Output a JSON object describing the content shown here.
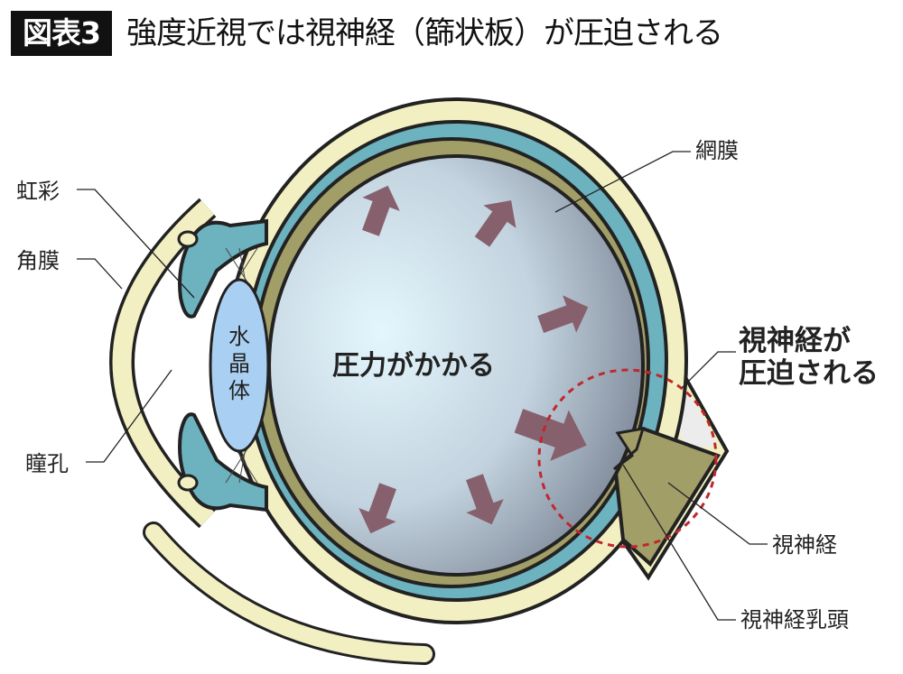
{
  "header": {
    "badge": "図表3",
    "title": "強度近視では視神経（篩状板）が圧迫される"
  },
  "labels": {
    "iris": "虹彩",
    "cornea": "角膜",
    "pupil": "瞳孔",
    "retina": "網膜",
    "lens_chars": [
      "水",
      "晶",
      "体"
    ],
    "pressure": "圧力がかかる",
    "compressed_line1": "視神経が",
    "compressed_line2": "圧迫される",
    "optic_nerve": "視神経",
    "optic_disc": "視神経乳頭"
  },
  "colors": {
    "sclera": "#f2f0c2",
    "choroid": "#6cb2bf",
    "retina": "#a29e68",
    "arrow": "#87606d",
    "lens": "#a9cff2",
    "highlight_circle": "#c0282d"
  }
}
